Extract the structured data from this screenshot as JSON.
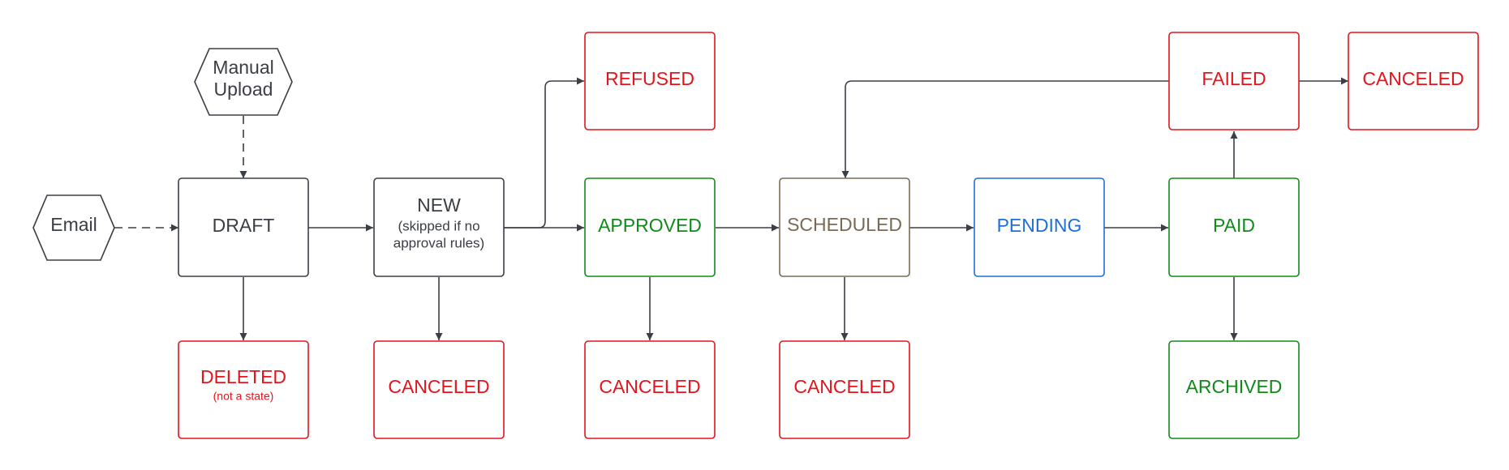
{
  "colors": {
    "neutral": "#3a3e45",
    "red": "#e3141c",
    "green": "#118a1a",
    "blue": "#1d6fd9",
    "brown": "#7a6a55",
    "edge": "#3a3e45"
  },
  "nodes": {
    "email": {
      "label": "Email",
      "shape": "hexagon",
      "color": "neutral"
    },
    "manual_upload": {
      "line1": "Manual",
      "line2": "Upload",
      "shape": "hexagon",
      "color": "neutral"
    },
    "draft": {
      "label": "DRAFT",
      "color": "neutral"
    },
    "new": {
      "label": "NEW",
      "sub1": "(skipped if no",
      "sub2": "approval rules)",
      "color": "neutral"
    },
    "refused": {
      "label": "REFUSED",
      "color": "red"
    },
    "approved": {
      "label": "APPROVED",
      "color": "green"
    },
    "scheduled": {
      "label": "SCHEDULED",
      "color": "brown"
    },
    "pending": {
      "label": "PENDING",
      "color": "blue"
    },
    "paid": {
      "label": "PAID",
      "color": "green"
    },
    "failed": {
      "label": "FAILED",
      "color": "red"
    },
    "failed_canceled": {
      "label": "CANCELED",
      "color": "red"
    },
    "deleted": {
      "label": "DELETED",
      "note": "(not a state)",
      "color": "red"
    },
    "new_canceled": {
      "label": "CANCELED",
      "color": "red"
    },
    "approved_canceled": {
      "label": "CANCELED",
      "color": "red"
    },
    "scheduled_canceled": {
      "label": "CANCELED",
      "color": "red"
    },
    "archived": {
      "label": "ARCHIVED",
      "color": "green"
    }
  },
  "edges": [
    {
      "from": "email",
      "to": "draft",
      "style": "dashed"
    },
    {
      "from": "manual_upload",
      "to": "draft",
      "style": "dashed"
    },
    {
      "from": "draft",
      "to": "new",
      "style": "solid"
    },
    {
      "from": "draft",
      "to": "deleted",
      "style": "solid"
    },
    {
      "from": "new",
      "to": "approved",
      "style": "solid"
    },
    {
      "from": "new",
      "to": "refused",
      "style": "solid"
    },
    {
      "from": "new",
      "to": "new_canceled",
      "style": "solid"
    },
    {
      "from": "approved",
      "to": "scheduled",
      "style": "solid"
    },
    {
      "from": "approved",
      "to": "approved_canceled",
      "style": "solid"
    },
    {
      "from": "scheduled",
      "to": "pending",
      "style": "solid"
    },
    {
      "from": "scheduled",
      "to": "scheduled_canceled",
      "style": "solid"
    },
    {
      "from": "pending",
      "to": "paid",
      "style": "solid"
    },
    {
      "from": "paid",
      "to": "failed",
      "style": "solid"
    },
    {
      "from": "paid",
      "to": "archived",
      "style": "solid"
    },
    {
      "from": "failed",
      "to": "failed_canceled",
      "style": "solid"
    },
    {
      "from": "failed",
      "to": "scheduled",
      "style": "solid"
    }
  ]
}
